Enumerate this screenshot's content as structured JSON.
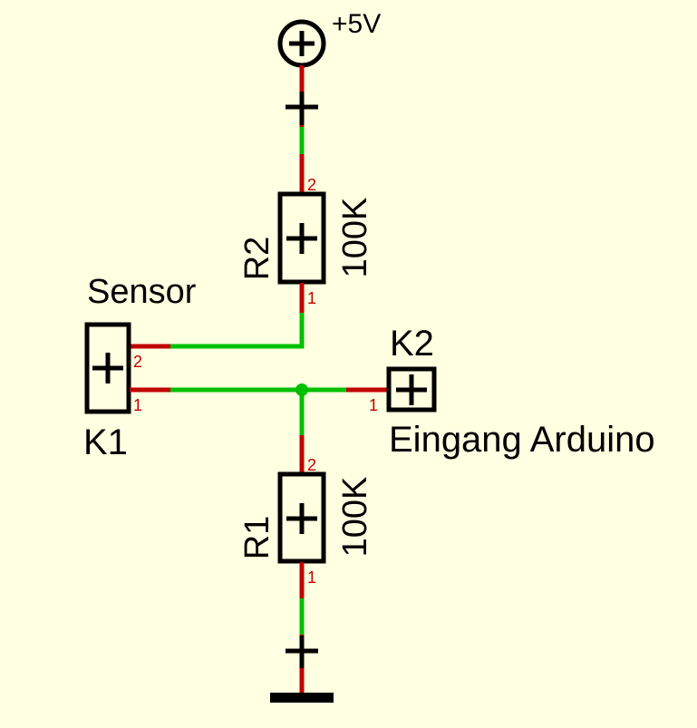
{
  "background": "#ffffe1",
  "colors": {
    "pin_wire": "#c00000",
    "net_wire": "#00c000",
    "symbol": "#000000"
  },
  "power": {
    "label": "+5V",
    "icon": "power-supply-plus"
  },
  "ground": {
    "icon": "ground-bar"
  },
  "components": {
    "r2": {
      "designator": "R2",
      "value": "100K",
      "pin_top": "2",
      "pin_bottom": "1"
    },
    "r1": {
      "designator": "R1",
      "value": "100K",
      "pin_top": "2",
      "pin_bottom": "1"
    },
    "k1": {
      "designator": "K1",
      "name": "Sensor",
      "pin_top": "2",
      "pin_bottom": "1"
    },
    "k2": {
      "designator": "K2",
      "name": "Eingang Arduino",
      "pin": "1"
    }
  }
}
